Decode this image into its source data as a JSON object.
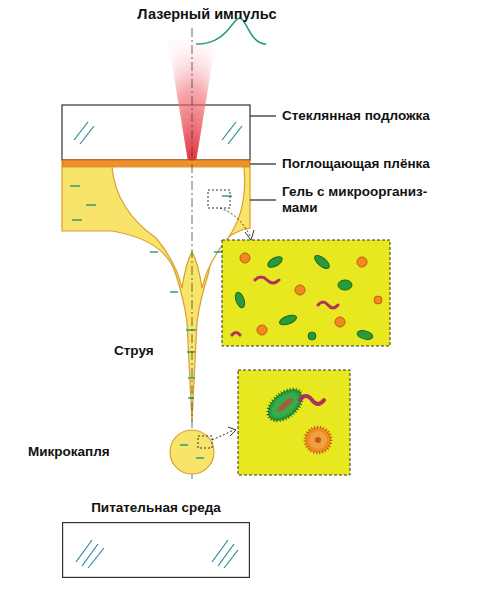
{
  "diagram": {
    "nodes": [
      {
        "text": [
          "Питательная среда"
        ]
      }
    ],
    "labels": [
      "Лазерный импульс",
      "Стеклянная подложка",
      "Поглощающая плёнка",
      "Гель с микроорганиз- мами",
      "Струя",
      "Микрокапля"
    ]
  }
}
